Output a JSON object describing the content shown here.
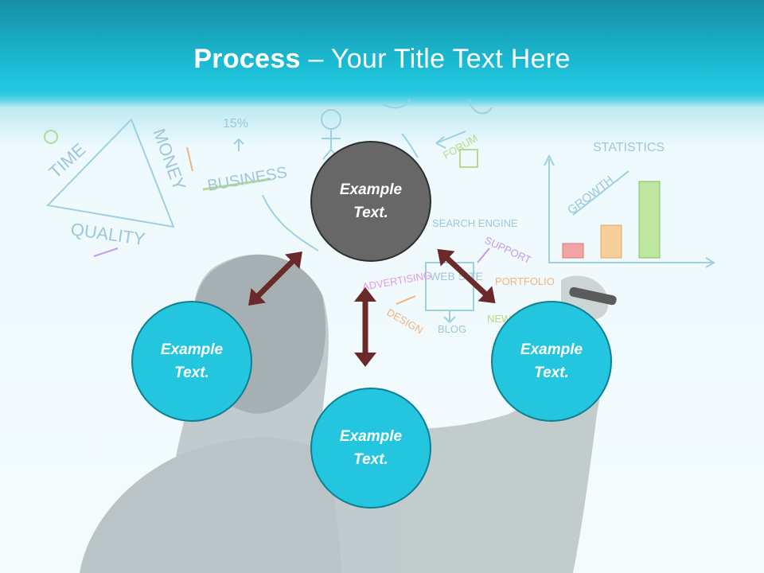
{
  "title": {
    "bold": "Process",
    "separator": " – ",
    "rest": "Your Title Text Here"
  },
  "nodes": {
    "top": "Example\nText.",
    "left": "Example\nText.",
    "right": "Example\nText.",
    "bottom": "Example\nText."
  },
  "sketch_labels": {
    "time": "TIME",
    "money": "MONEY",
    "quality": "QUALITY",
    "business": "BUSINESS",
    "percent": "15%",
    "statistics": "STATISTICS",
    "growth": "GROWTH",
    "search_engine": "SEARCH ENGINE",
    "support": "SUPPORT",
    "portfolio": "PORTFOLIO",
    "advertising": "ADVERTISING",
    "web_site": "WEB SITE",
    "design": "DESIGN",
    "blog": "BLOG",
    "forum": "FORUM",
    "news": "NEWS"
  },
  "colors": {
    "header": "#1ab8d0",
    "node_dark": "#676767",
    "node_blue": "#23c6de",
    "arrow": "#6b2a2a"
  }
}
